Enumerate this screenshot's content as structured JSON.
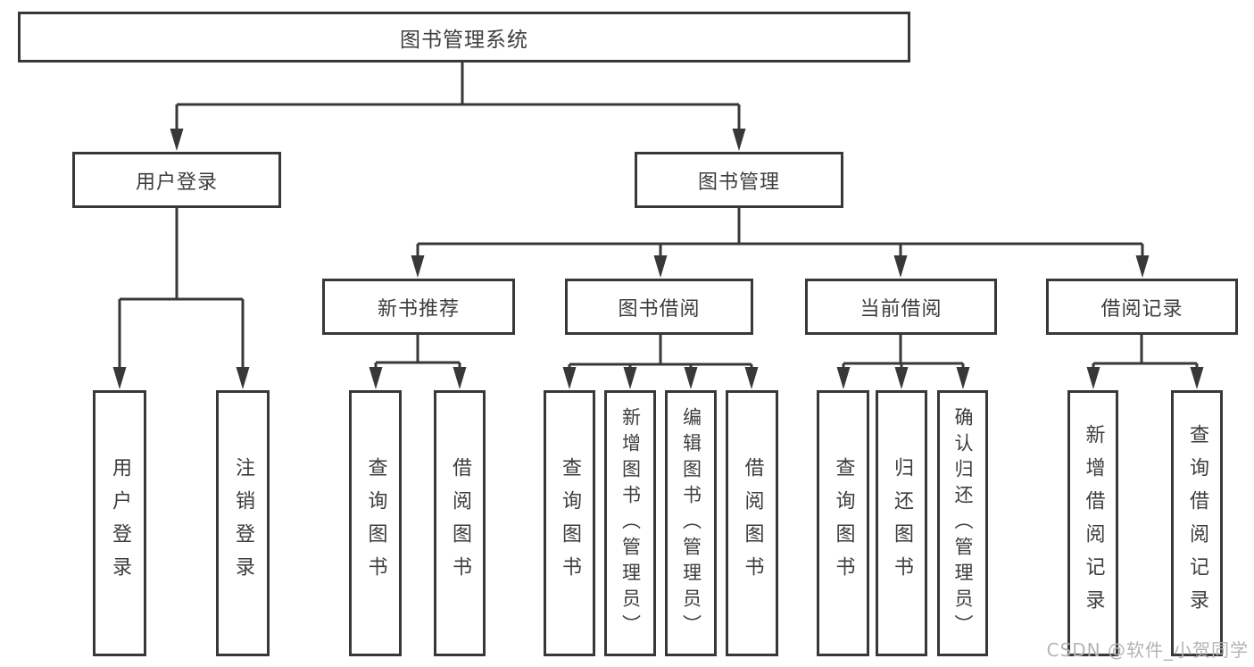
{
  "diagram_title": "图书管理系统",
  "colors": {
    "line": "#383838",
    "box_border": "#383838",
    "box_fill": "#ffffff",
    "text": "#3d3d3d",
    "watermark": "#b4b4b4",
    "background": "#ffffff"
  },
  "tree": {
    "root": "图书管理系统",
    "children": [
      {
        "label": "用户登录",
        "children": [
          {
            "label": "用户登录"
          },
          {
            "label": "注销登录"
          }
        ]
      },
      {
        "label": "图书管理",
        "children": [
          {
            "label": "新书推荐",
            "children": [
              {
                "label": "查询图书"
              },
              {
                "label": "借阅图书"
              }
            ]
          },
          {
            "label": "图书借阅",
            "children": [
              {
                "label": "查询图书"
              },
              {
                "label": "新增图书（管理员）"
              },
              {
                "label": "编辑图书（管理员）"
              },
              {
                "label": "借阅图书"
              }
            ]
          },
          {
            "label": "当前借阅",
            "children": [
              {
                "label": "查询图书"
              },
              {
                "label": "归还图书"
              },
              {
                "label": "确认归还（管理员）"
              }
            ]
          },
          {
            "label": "借阅记录",
            "children": [
              {
                "label": "新增借阅记录"
              },
              {
                "label": "查询借阅记录"
              }
            ]
          }
        ]
      }
    ]
  },
  "watermark": {
    "text": "CSDN @软件_小贺同学"
  }
}
